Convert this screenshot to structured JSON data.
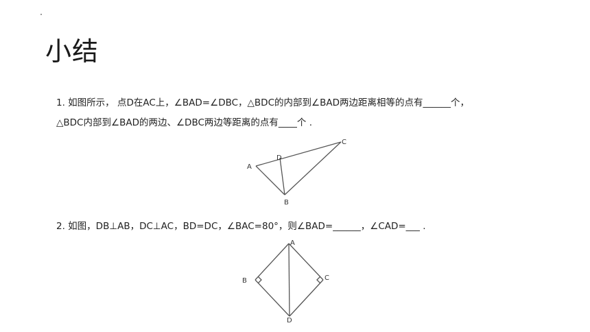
{
  "slide": {
    "title": "小结",
    "q1_line1": "1. 如图所示， 点D在AC上，∠BAD=∠DBC，△BDC的内部到∠BAD两边距离相等的点有______个，",
    "q1_line2": "△BDC内部到∠BAD的两边、∠DBC两边等距离的点有____个 .",
    "q2_line1": "2. 如图，DB⊥AB，DC⊥AC，BD=DC，∠BAC=80°，则∠BAD=______，∠CAD=___ ."
  },
  "figure1": {
    "label_a": "A",
    "label_b": "B",
    "label_c": "C",
    "label_d": "D"
  },
  "figure2": {
    "label_a": "A",
    "label_b": "B",
    "label_c": "C",
    "label_d": "D"
  }
}
